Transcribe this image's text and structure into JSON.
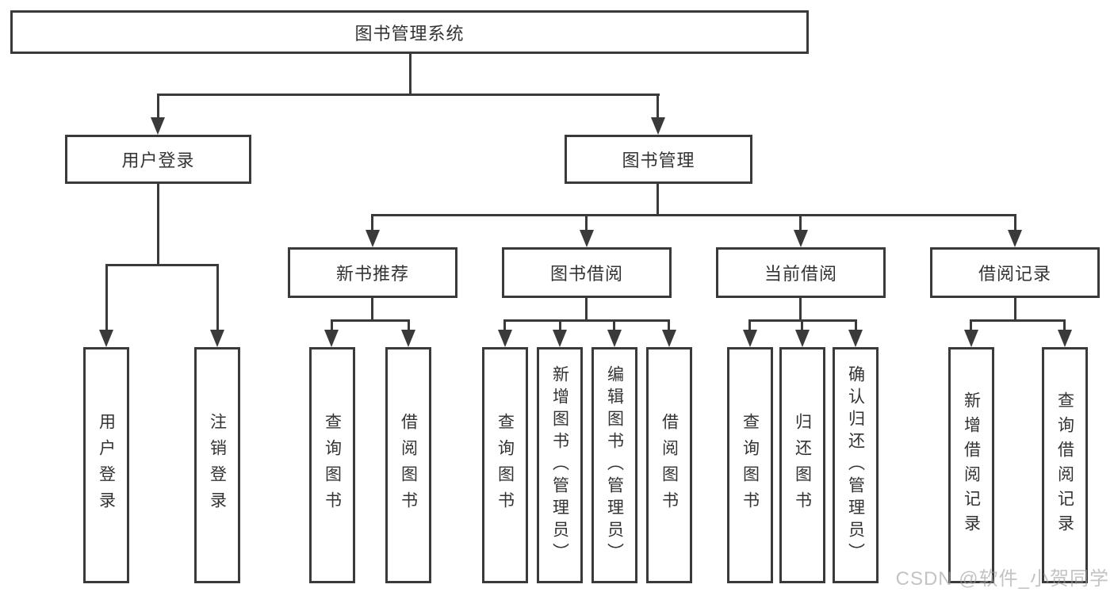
{
  "diagram_type": "hierarchy",
  "tree": {
    "label": "图书管理系统",
    "children": [
      {
        "label": "用户登录",
        "children": [
          {
            "label": "用户登录"
          },
          {
            "label": "注销登录"
          }
        ]
      },
      {
        "label": "图书管理",
        "children": [
          {
            "label": "新书推荐",
            "children": [
              {
                "label": "查询图书"
              },
              {
                "label": "借阅图书"
              }
            ]
          },
          {
            "label": "图书借阅",
            "children": [
              {
                "label": "查询图书"
              },
              {
                "label": "新增图书（管理员）"
              },
              {
                "label": "编辑图书（管理员）"
              },
              {
                "label": "借阅图书"
              }
            ]
          },
          {
            "label": "当前借阅",
            "children": [
              {
                "label": "查询图书"
              },
              {
                "label": "归还图书"
              },
              {
                "label": "确认归还（管理员）"
              }
            ]
          },
          {
            "label": "借阅记录",
            "children": [
              {
                "label": "新增借阅记录"
              },
              {
                "label": "查询借阅记录"
              }
            ]
          }
        ]
      }
    ]
  },
  "watermark": {
    "text": "CSDN @软件_小贺同学"
  },
  "colors": {
    "line": "#3a3a3a",
    "text": "#333333",
    "background": "#ffffff",
    "watermark": "#9f9f9f"
  }
}
